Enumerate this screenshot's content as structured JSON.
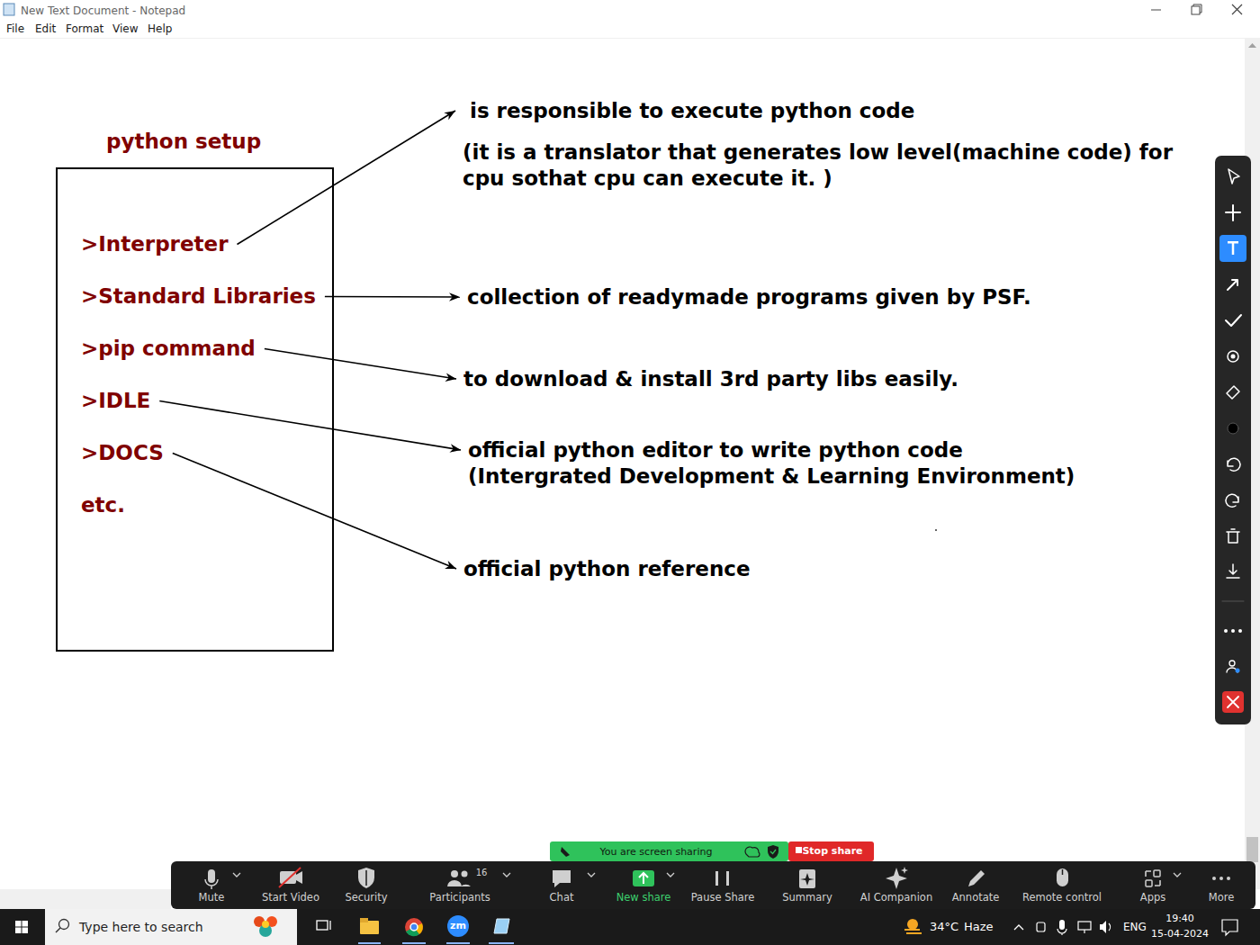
{
  "diagram": {
    "nodes": [
      {
        "text": [
          "python setup",
          "etc."
        ]
      },
      {
        "text": [
          ">Interpreter"
        ],
        "in": 0
      },
      {
        "text": [
          ">Standard Libraries"
        ],
        "in": 0
      },
      {
        "text": [
          ">pip command"
        ],
        "in": 0
      },
      {
        "text": [
          ">IDLE"
        ],
        "in": 0
      },
      {
        "text": [
          ">DOCS"
        ],
        "in": 0
      },
      {
        "text": [
          "is responsible to execute python code",
          "(it is a translator that generates low level(machine code) for cpu sothat cpu can execute it. )"
        ]
      },
      {
        "text": [
          "collection of readymade programs given by PSF."
        ]
      },
      {
        "text": [
          "to download & install 3rd party libs easily."
        ]
      },
      {
        "text": [
          "official python editor to write python code",
          "(Intergrated Development & Learning Environment)"
        ]
      },
      {
        "text": [
          "official python reference"
        ]
      }
    ],
    "edges": [
      {
        "from": 1,
        "to": 6,
        "arrow": "to"
      },
      {
        "from": 2,
        "to": 7,
        "arrow": "to"
      },
      {
        "from": 3,
        "to": 8,
        "arrow": "to"
      },
      {
        "from": 4,
        "to": 9,
        "arrow": "to"
      },
      {
        "from": 5,
        "to": 10,
        "arrow": "to"
      }
    ],
    "labels": [
      "New Text Document - Notepad",
      "File",
      "Edit",
      "Format",
      "View",
      "Help",
      "You are screen sharing",
      "Stop share",
      "Mute",
      "Start Video",
      "Security",
      "16",
      "Participants",
      "Chat",
      "New share",
      "Pause Share",
      "Summary",
      "AI Companion",
      "Annotate",
      "Remote control",
      "Apps",
      "More",
      "Type here to search",
      "zm",
      "34°C",
      "Haze",
      "ENG",
      "19:40",
      "15-04-2024"
    ]
  }
}
